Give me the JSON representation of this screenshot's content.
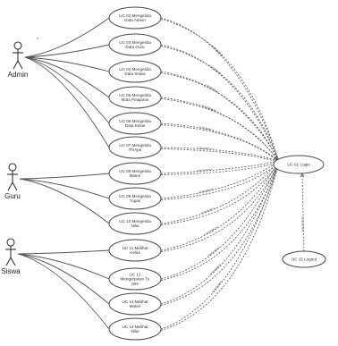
{
  "actors": [
    {
      "id": "admin",
      "name": "Admin"
    },
    {
      "id": "guru",
      "name": "Guru"
    },
    {
      "id": "siswa",
      "name": "Siswa"
    }
  ],
  "use_cases": [
    {
      "id": "uc02",
      "actor": "admin",
      "lines": [
        "UC 02 Mengelola",
        "Data Admin"
      ]
    },
    {
      "id": "uc03",
      "actor": "admin",
      "lines": [
        "UC 03 Mengelola",
        "Data Guru"
      ]
    },
    {
      "id": "uc04",
      "actor": "admin",
      "lines": [
        "UC 04 Mengelola",
        "Data Siswa"
      ]
    },
    {
      "id": "uc05",
      "actor": "admin",
      "lines": [
        "UC 05 Mengelola",
        "Mata Pelajaran"
      ]
    },
    {
      "id": "uc06",
      "actor": "admin",
      "lines": [
        "UC 06 Mengelola",
        "Data Kelas"
      ]
    },
    {
      "id": "uc07",
      "actor": "admin",
      "lines": [
        "UC 07 Mengelola",
        "Th/Ajar"
      ]
    },
    {
      "id": "uc08",
      "actor": "guru",
      "lines": [
        "UC 08 Mengelola",
        "Materi"
      ]
    },
    {
      "id": "uc09",
      "actor": "guru",
      "lines": [
        "UC 09 Mengelola",
        "Tugas"
      ]
    },
    {
      "id": "uc10",
      "actor": "guru",
      "lines": [
        "UC 10 Mengelola",
        "Nilai"
      ]
    },
    {
      "id": "uc11",
      "actor": "siswa",
      "lines": [
        "UC 11 Melihat",
        "Kelas"
      ]
    },
    {
      "id": "uc12",
      "actor": "siswa",
      "lines": [
        "UC 12",
        "Mengerjakan Tu",
        "gas"
      ]
    },
    {
      "id": "uc13",
      "actor": "siswa",
      "lines": [
        "UC 13 Melihat",
        "Materi"
      ]
    },
    {
      "id": "uc14",
      "actor": "siswa",
      "lines": [
        "UC 14 Melihat",
        "Nilai"
      ]
    }
  ],
  "login": {
    "label": "UC 01 Login"
  },
  "logout": {
    "label": "UC 15 Logout"
  },
  "include_label": "<<include>>",
  "multiplicity_mark": "*"
}
